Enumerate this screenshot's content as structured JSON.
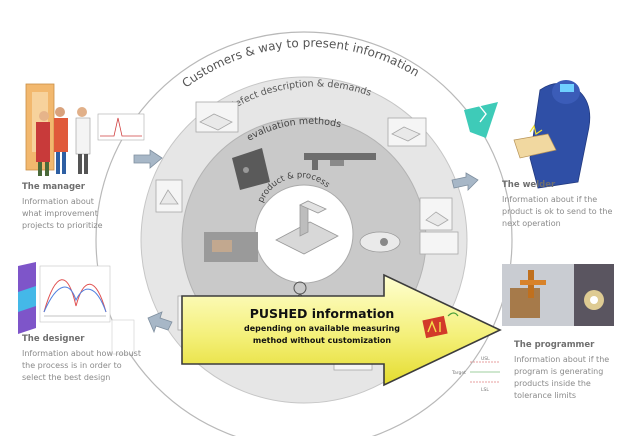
{
  "diagram": {
    "outer_ring_label": "Customers & way to present information",
    "ring2_label": "defect description & demands",
    "ring3_label": "evaluation methods",
    "center_label": "product & process",
    "arrow": {
      "title": "PUSHED information",
      "line1": "depending on available measuring",
      "line2": "method without customization"
    },
    "roles": {
      "manager": {
        "title": "The manager",
        "lines": [
          "Information about",
          "what improvement",
          "projects to prioritize"
        ]
      },
      "designer": {
        "title": "The designer",
        "lines": [
          "Information about how robust",
          "the process is in order to",
          "select the best design"
        ]
      },
      "welder": {
        "title": "The welder",
        "lines": [
          "Information about if the",
          "product is ok to send to the",
          "next operation"
        ]
      },
      "programmer": {
        "title": "The programmer",
        "lines": [
          "Information about if the",
          "program is generating",
          "products inside the",
          "tolerance limits"
        ]
      }
    },
    "chart_labels": {
      "usl": "USL",
      "target": "Target",
      "lsl": "LSL"
    }
  }
}
